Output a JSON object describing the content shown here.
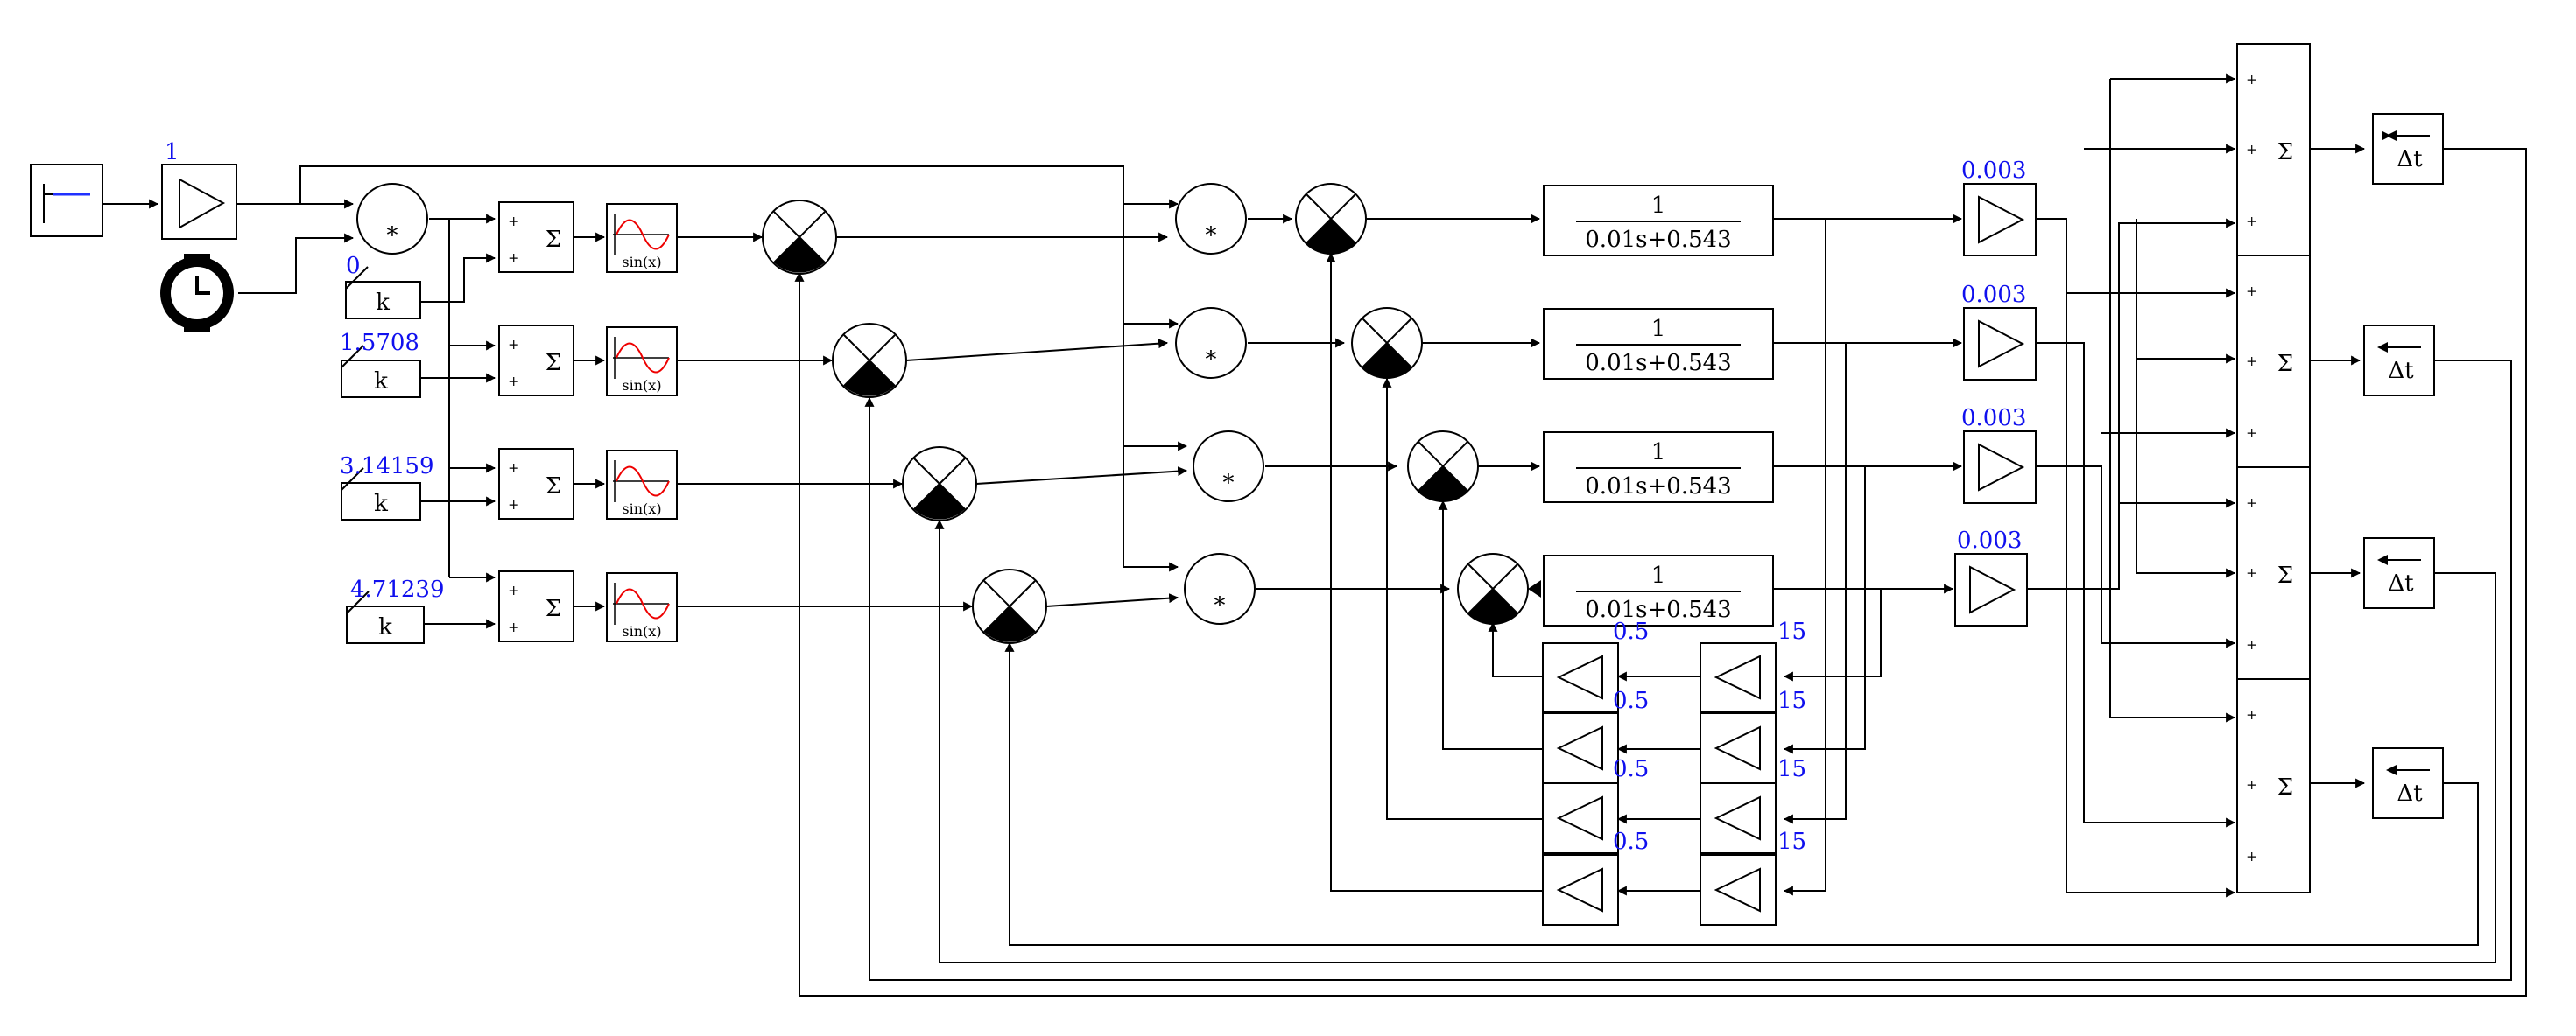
{
  "source_gain": {
    "label": "1"
  },
  "constants": [
    {
      "label": "0",
      "symbol": "k"
    },
    {
      "label": "1.5708",
      "symbol": "k"
    },
    {
      "label": "3.14159",
      "symbol": "k"
    },
    {
      "label": "4.71239",
      "symbol": "k"
    }
  ],
  "sum_symbol": "Σ",
  "plus_sign": "+",
  "product_symbol": "∗",
  "sin_label": "sin(x)",
  "transfer_functions": [
    {
      "numerator": "1",
      "denominator": "0.01s+0.543"
    },
    {
      "numerator": "1",
      "denominator": "0.01s+0.543"
    },
    {
      "numerator": "1",
      "denominator": "0.01s+0.543"
    },
    {
      "numerator": "1",
      "denominator": "0.01s+0.543"
    }
  ],
  "output_gains": [
    {
      "label": "0.003"
    },
    {
      "label": "0.003"
    },
    {
      "label": "0.003"
    },
    {
      "label": "0.003"
    }
  ],
  "feedback_gains_left": [
    {
      "label": "0.5"
    },
    {
      "label": "0.5"
    },
    {
      "label": "0.5"
    },
    {
      "label": "0.5"
    }
  ],
  "feedback_gains_right": [
    {
      "label": "15"
    },
    {
      "label": "15"
    },
    {
      "label": "15"
    },
    {
      "label": "15"
    }
  ],
  "delay_symbol": "Δt"
}
